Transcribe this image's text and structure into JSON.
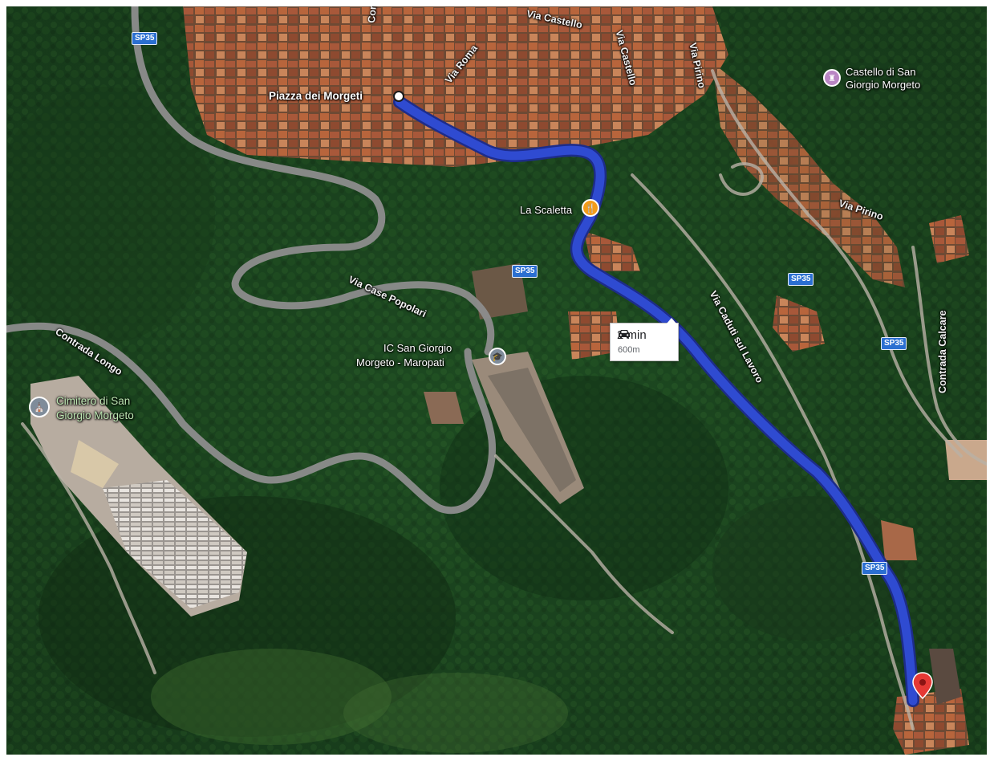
{
  "map": {
    "route": {
      "color": "#2f4bd1",
      "duration": "2 min",
      "distance": "600m"
    },
    "streets": {
      "corso": "Corso",
      "via_castello_top": "Via Castello",
      "via_castello": "Via Castello",
      "via_roma": "Via Roma",
      "via_pirino_top": "Via Pirino",
      "via_pirino": "Via Pirino",
      "via_case_popolari": "Via Case Popolari",
      "contrada_longo": "Contrada Longo",
      "via_caduti": "Via Caduti sul Lavoro",
      "contrada_calcare": "Contrada Calcare"
    },
    "road_shields": [
      "SP35",
      "SP35",
      "SP35",
      "SP35",
      "SP35"
    ],
    "places": {
      "piazza": "Piazza dei Morgeti",
      "la_scaletta": "La Scaletta",
      "castello_line1": "Castello di San",
      "castello_line2": "Giorgio Morgeto",
      "ic_line1": "IC San Giorgio",
      "ic_line2": "Morgeto - Maropati",
      "cimitero_line1": "Cimitero di San",
      "cimitero_line2": "Giorgio Morgeto"
    },
    "icons": {
      "restaurant": "fork-knife-icon",
      "school": "graduation-cap-icon",
      "cemetery": "cemetery-icon",
      "monument": "castle-icon",
      "car": "car-icon",
      "destination": "destination-pin-icon"
    },
    "colors": {
      "restaurant_pin": "#f29c1b",
      "school_pin": "#7f8c9a",
      "cemetery_pin": "#7f8c9a",
      "monument_pin": "#b986c4",
      "destination_pin": "#e53935"
    }
  }
}
